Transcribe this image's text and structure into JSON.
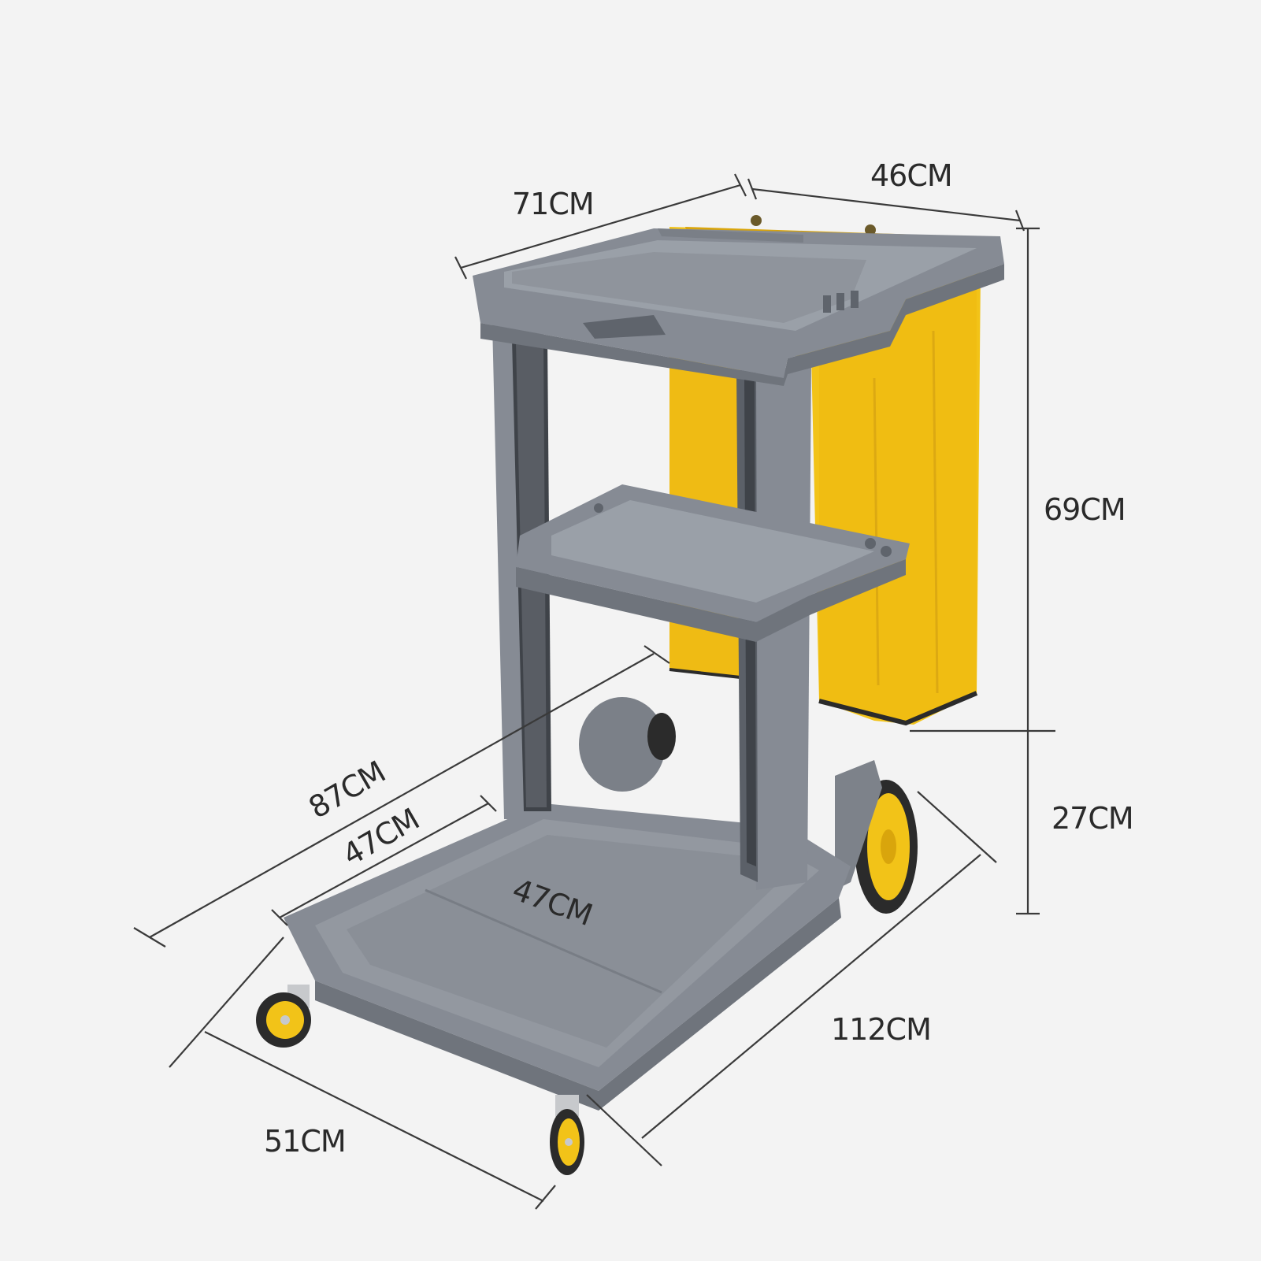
{
  "colors": {
    "background": "#f3f3f3",
    "cart_gray": "#868b94",
    "cart_gray_dark": "#5f646c",
    "cart_gray_light": "#a3a8b0",
    "bag_yellow": "#f2c318",
    "bag_yellow_dark": "#d9a50c",
    "wheel_black": "#2b2b2b",
    "dimension_line": "#3a3a3a",
    "label_text": "#2a2a2a"
  },
  "dimensions": {
    "top_length": "71CM",
    "top_width": "46CM",
    "upper_height": "69CM",
    "lower_height": "27CM",
    "base_outer_length": "87CM",
    "base_inner_length": "47CM",
    "base_platform_width": "47CM",
    "overall_length": "112CM",
    "overall_width": "51CM"
  }
}
